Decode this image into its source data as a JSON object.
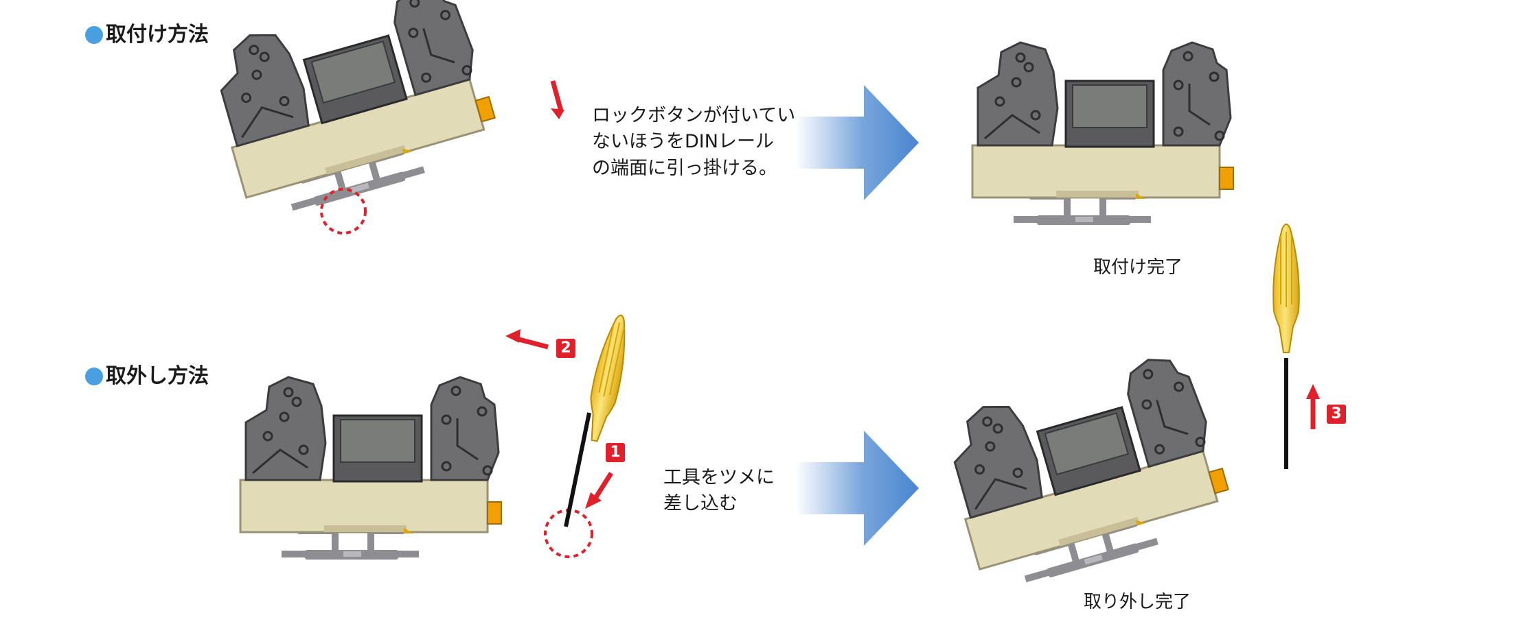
{
  "mount": {
    "heading": "取付け方法",
    "instruction_lines": [
      "ロックボタンが付いてい",
      "ないほうをDINレール",
      "の端面に引っ掛ける。"
    ],
    "done_caption": "取付け完了"
  },
  "remove": {
    "heading": "取外し方法",
    "instruction_lines": [
      "工具をツメに",
      "差し込む"
    ],
    "done_caption": "取り外し完了",
    "steps": [
      "1",
      "2",
      "3"
    ]
  },
  "colors": {
    "bullet": "#4a9fe0",
    "relay_body": "#6e6e70",
    "base": "#e2dbb8",
    "din_rail": "#909094",
    "lock_button": "#f0a000",
    "arrow_red": "#e0202a",
    "flow_arrow": "#4a86d0",
    "screwdriver_handle": "#f6d24a"
  }
}
